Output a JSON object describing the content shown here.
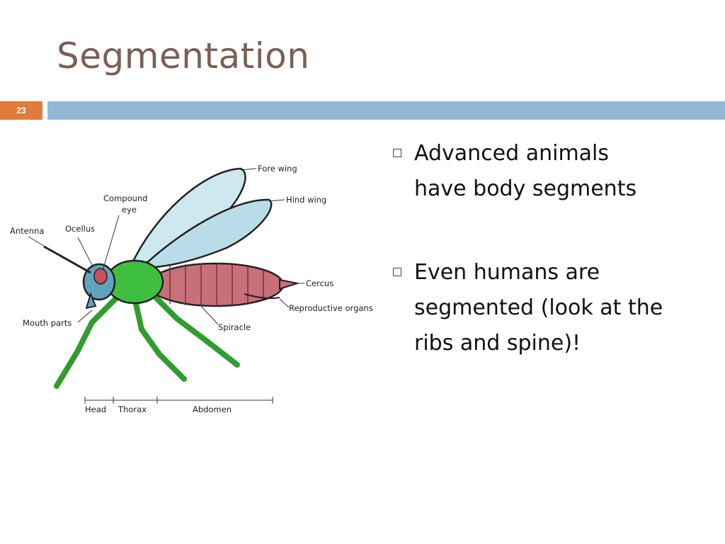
{
  "slide": {
    "title": "Segmentation",
    "number": "23"
  },
  "figure": {
    "labels": {
      "fore_wing": "Fore wing",
      "hind_wing": "Hind wing",
      "compound_eye_line1": "Compound",
      "compound_eye_line2": "eye",
      "antenna": "Antenna",
      "ocellus": "Ocellus",
      "cercus": "Cercus",
      "reproductive_organs": "Reproductive organs",
      "mouth_parts": "Mouth parts",
      "spiracle": "Spiracle",
      "head": "Head",
      "thorax": "Thorax",
      "abdomen": "Abdomen"
    },
    "colors": {
      "thorax": "#3fbf3f",
      "abdomen": "#c8707a",
      "head": "#5fa3bf",
      "wing": "#bfe0ea"
    }
  },
  "bullets": [
    {
      "text_line1": "Advanced animals",
      "text_line2": "have body segments"
    },
    {
      "text_line1": "Even humans are",
      "text_line2": "segmented (look at the",
      "text_line3": "ribs and spine)!"
    }
  ]
}
